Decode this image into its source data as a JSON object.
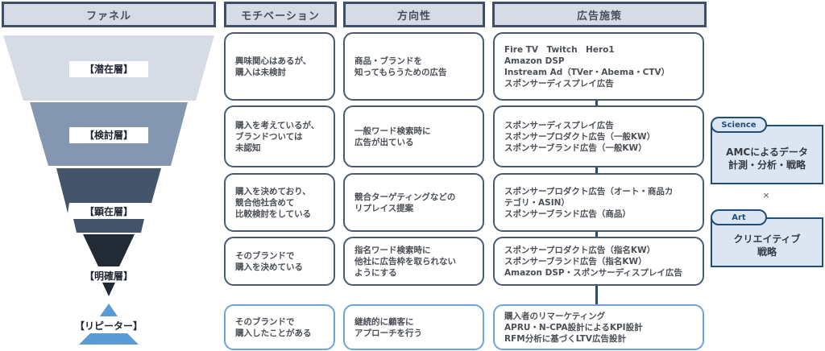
{
  "headers": {
    "funnel": "ファネル",
    "motivation": "モチベーション",
    "direction": "方向性",
    "ads": "広告施策"
  },
  "funnel": {
    "layers": [
      {
        "label": "【潜在層】",
        "color": "#d6dbe5"
      },
      {
        "label": "【検討層】",
        "color": "#8496b0"
      },
      {
        "label": "【顕在層】",
        "color": "#44546a"
      },
      {
        "label": "【明確層】",
        "color": "#222a35"
      },
      {
        "label": "【リピーター】",
        "color": "#5b9bd5"
      }
    ]
  },
  "rows": [
    {
      "motivation": "興味関心はあるが、\n購入は未検討",
      "direction": "商品・ブランドを\n知ってもらうための広告",
      "ads": "Fire TV　Twitch　Hero1\nAmazon DSP\nInstream Ad（TVer・Abema・CTV）\nスポンサーディスプレイ広告"
    },
    {
      "motivation": "購入を考えているが、\nブランドついては\n未認知",
      "direction": "一般ワード検索時に\n広告が出ている",
      "ads": "スポンサーディスプレイ広告\nスポンサープロダクト広告（一般KW）\nスポンサーブランド広告（一般KW）"
    },
    {
      "motivation": "購入を決めており、\n競合他社含めて\n比較検討をしている",
      "direction": "競合ターゲティングなどの\nリプレイス提案",
      "ads": "スポンサープロダクト広告（オート・商品カ\nテゴリ・ASIN）\nスポンサーブランド広告（商品）"
    },
    {
      "motivation": "そのブランドで\n購入を決めている",
      "direction": "指名ワード検索時に\n他社に広告枠を取られない\nようにする",
      "ads": "スポンサープロダクト広告（指名KW）\nスポンサーブランド広告（指名KW）\nAmazon DSP・スポンサーディスプレイ広告"
    },
    {
      "motivation": "そのブランドで\n購入したことがある",
      "direction": "継続的に顧客に\nアプローチを行う",
      "ads": "購入者のリマーケティング\nAPRU・N-CPA設計によるKPI設計\nRFM分析に基づくLTV広告設計"
    }
  ],
  "side": {
    "science": {
      "tab": "Science",
      "body": "AMCによるデータ\n計測・分析・戦略"
    },
    "times": "×",
    "art": {
      "tab": "Art",
      "body": "クリエイティブ\n戦略"
    }
  },
  "colors": {
    "header_bg": "#d6dbe5",
    "header_border": "#3e5068",
    "card_border": "#4a5a70",
    "card_border_repeater": "#6fa4d8",
    "connector": "#1f4e79",
    "side_bg": "#dce6f2"
  }
}
